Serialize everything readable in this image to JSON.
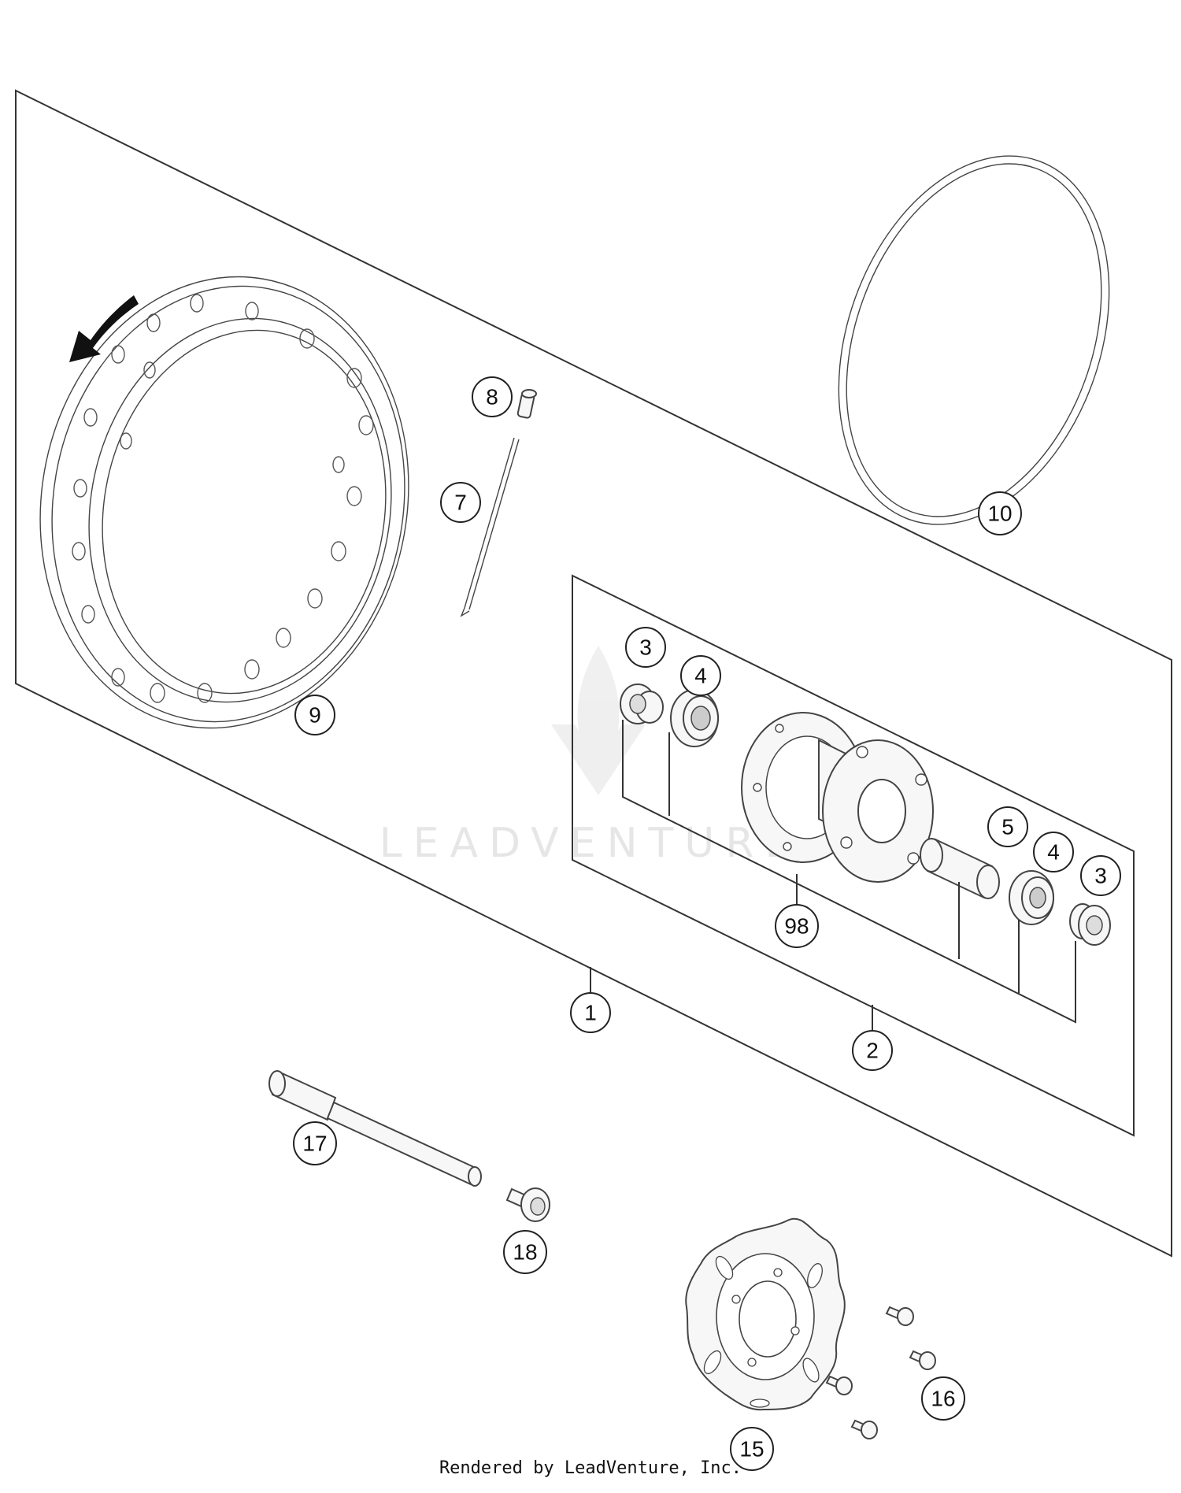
{
  "footer_text": "Rendered by LeadVenture, Inc.",
  "watermark_text": "LEADVENTURE",
  "callouts": {
    "c1": "1",
    "c2": "2",
    "c3a": "3",
    "c3b": "3",
    "c4a": "4",
    "c4b": "4",
    "c5": "5",
    "c7": "7",
    "c8": "8",
    "c9": "9",
    "c10": "10",
    "c15": "15",
    "c16": "16",
    "c17": "17",
    "c18": "18",
    "c98": "98"
  }
}
